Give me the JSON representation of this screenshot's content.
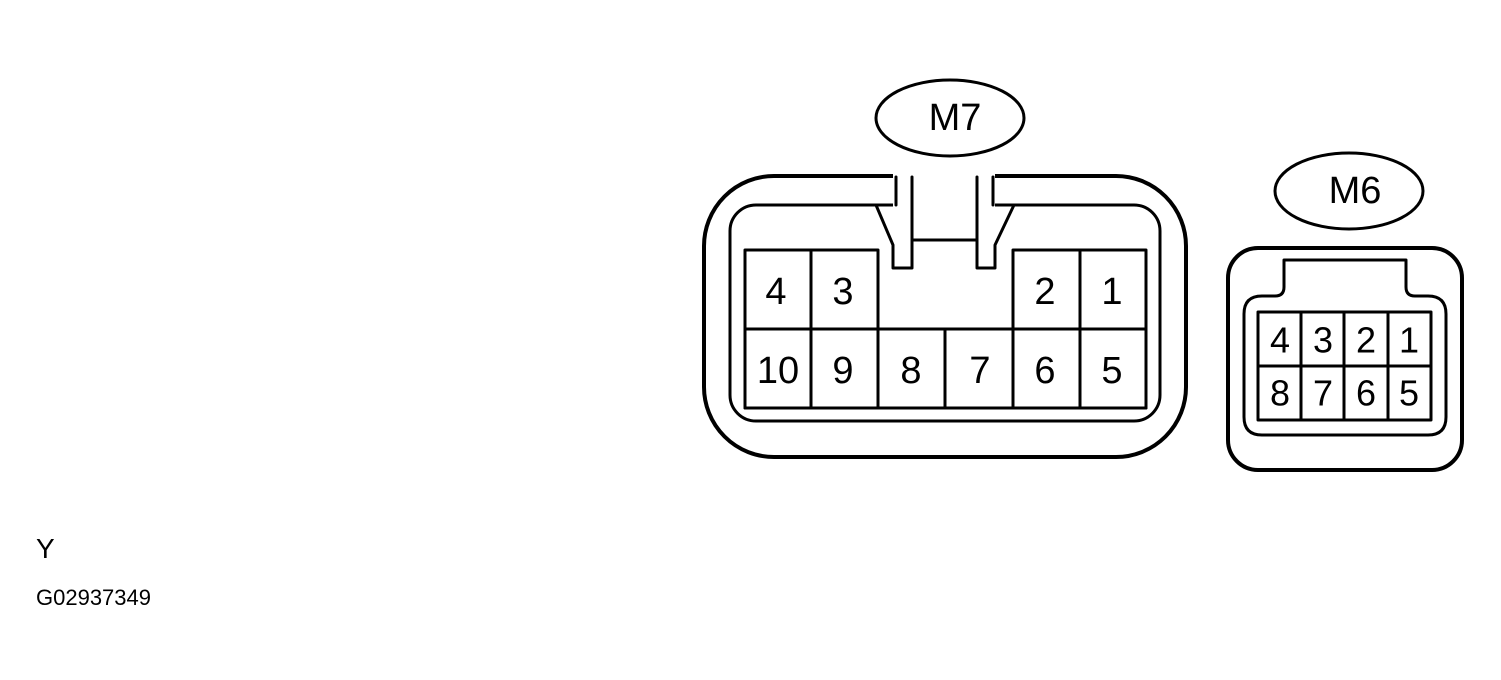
{
  "connectors": [
    {
      "id": "M7",
      "label": "M7",
      "pins_top": [
        "4",
        "3",
        "2",
        "1"
      ],
      "pins_bottom": [
        "10",
        "9",
        "8",
        "7",
        "6",
        "5"
      ]
    },
    {
      "id": "M6",
      "label": "M6",
      "pins_top": [
        "4",
        "3",
        "2",
        "1"
      ],
      "pins_bottom": [
        "8",
        "7",
        "6",
        "5"
      ]
    }
  ],
  "wire_color": "Y",
  "figure_code": "G02937349"
}
